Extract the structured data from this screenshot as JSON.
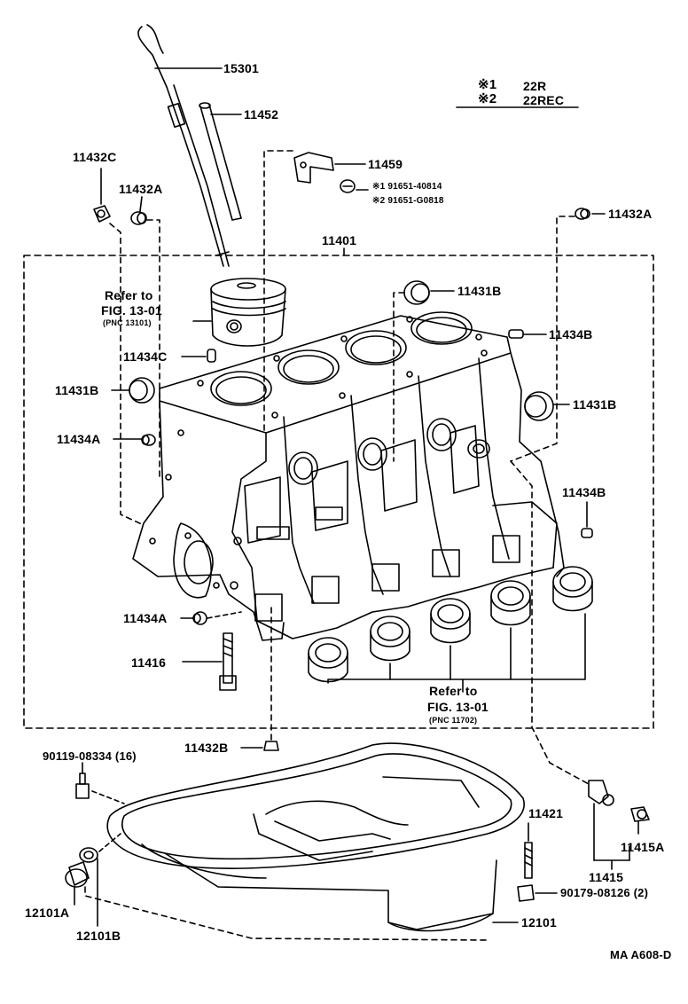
{
  "legend": {
    "rows": [
      {
        "mark": "※1",
        "code": "22R"
      },
      {
        "mark": "※2",
        "code": "22REC"
      }
    ]
  },
  "parts": {
    "p15301": "15301",
    "p11452": "11452",
    "p11459": "11459",
    "p91651_1": "※1 91651-40814",
    "p91651_2": "※2 91651-G0818",
    "p11432C": "11432C",
    "p11432A_left": "11432A",
    "p11432A_right": "11432A",
    "p11401": "11401",
    "p11431B_top": "11431B",
    "p11434B_top": "11434B",
    "p11434C": "11434C",
    "p11431B_left": "11431B",
    "p11431B_right": "11431B",
    "p11434A_upper": "11434A",
    "p11434B_right": "11434B",
    "p11434A_lower": "11434A",
    "p11416": "11416",
    "p11432B": "11432B",
    "p90119": "90119-08334 (16)",
    "p11421": "11421",
    "p11415A": "11415A",
    "p11415": "11415",
    "p90179": "90179-08126 (2)",
    "p12101A": "12101A",
    "p12101B": "12101B",
    "p12101": "12101"
  },
  "refs": {
    "piston": {
      "line1": "Refer to",
      "line2": "FIG. 13-01",
      "line3": "(PNC 13101)"
    },
    "bearing": {
      "line1": "Refer to",
      "line2": "FIG. 13-01",
      "line3": "(PNC 11702)"
    }
  },
  "footer": {
    "code": "MA A608-D"
  }
}
